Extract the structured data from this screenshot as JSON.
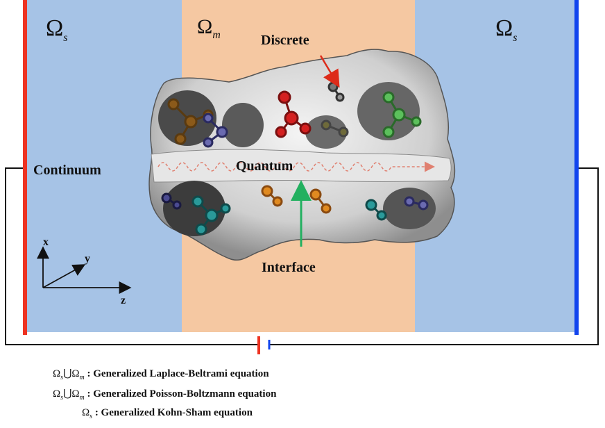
{
  "regions": {
    "solvent_left": "Ω",
    "solvent_left_sub": "s",
    "molecule": "Ω",
    "molecule_sub": "m",
    "solvent_right": "Ω",
    "solvent_right_sub": "s"
  },
  "labels": {
    "discrete": "Discrete",
    "quantum": "Quantum",
    "continuum": "Continuum",
    "interface": "Interface"
  },
  "axes": {
    "x": "x",
    "y": "y",
    "z": "z"
  },
  "equations": [
    {
      "symbol": "Ω",
      "sub1": "s",
      "union": "⋃",
      "symbol2": "Ω",
      "sub2": "m",
      "text": ": Generalized Laplace-Beltrami equation"
    },
    {
      "symbol": "Ω",
      "sub1": "s",
      "union": "⋃",
      "symbol2": "Ω",
      "sub2": "m",
      "text": ": Generalized Poisson-Boltzmann equation"
    },
    {
      "symbol": "Ω",
      "sub1": "s",
      "text": ": Generalized Kohn-Sham equation"
    }
  ],
  "colors": {
    "solvent": "#a6c3e6",
    "molecule": "#f5c8a2",
    "left_electrode": "#ee3322",
    "right_electrode": "#1144ee",
    "surface": "#d9d9d9",
    "wave": "#e08070",
    "discrete_arrow": "#dd2b1a",
    "interface_arrow": "#22b060"
  }
}
